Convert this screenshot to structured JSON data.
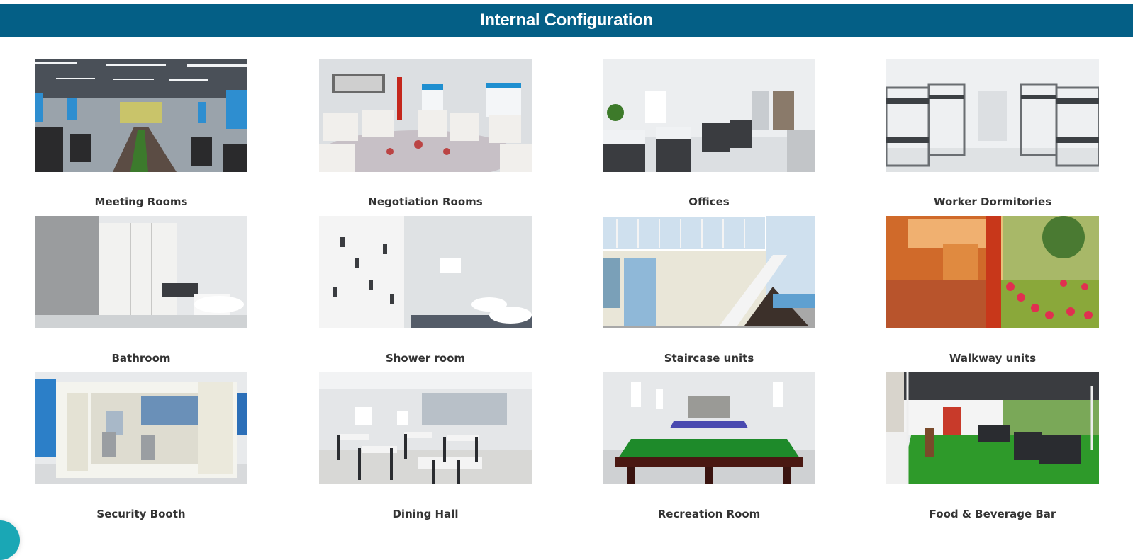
{
  "header": {
    "title": "Internal Configuration",
    "bg_color": "#045f86"
  },
  "items": [
    {
      "label": "Meeting Rooms",
      "image": "meeting-room-photo"
    },
    {
      "label": "Negotiation Rooms",
      "image": "negotiation-room-photo"
    },
    {
      "label": "Offices",
      "image": "office-photo"
    },
    {
      "label": "Worker Dormitories",
      "image": "dormitory-photo"
    },
    {
      "label": "Bathroom",
      "image": "bathroom-photo"
    },
    {
      "label": "Shower room",
      "image": "shower-room-photo"
    },
    {
      "label": "Staircase units",
      "image": "staircase-unit-photo"
    },
    {
      "label": "Walkway units",
      "image": "walkway-unit-photo"
    },
    {
      "label": "Security Booth",
      "image": "security-booth-photo"
    },
    {
      "label": "Dining Hall",
      "image": "dining-hall-photo"
    },
    {
      "label": "Recreation Room",
      "image": "recreation-room-photo"
    },
    {
      "label": "Food & Beverage Bar",
      "image": "food-beverage-bar-photo"
    }
  ],
  "chat_widget": {
    "color": "#1aa7b5",
    "icon": "chat-bubble-icon"
  }
}
